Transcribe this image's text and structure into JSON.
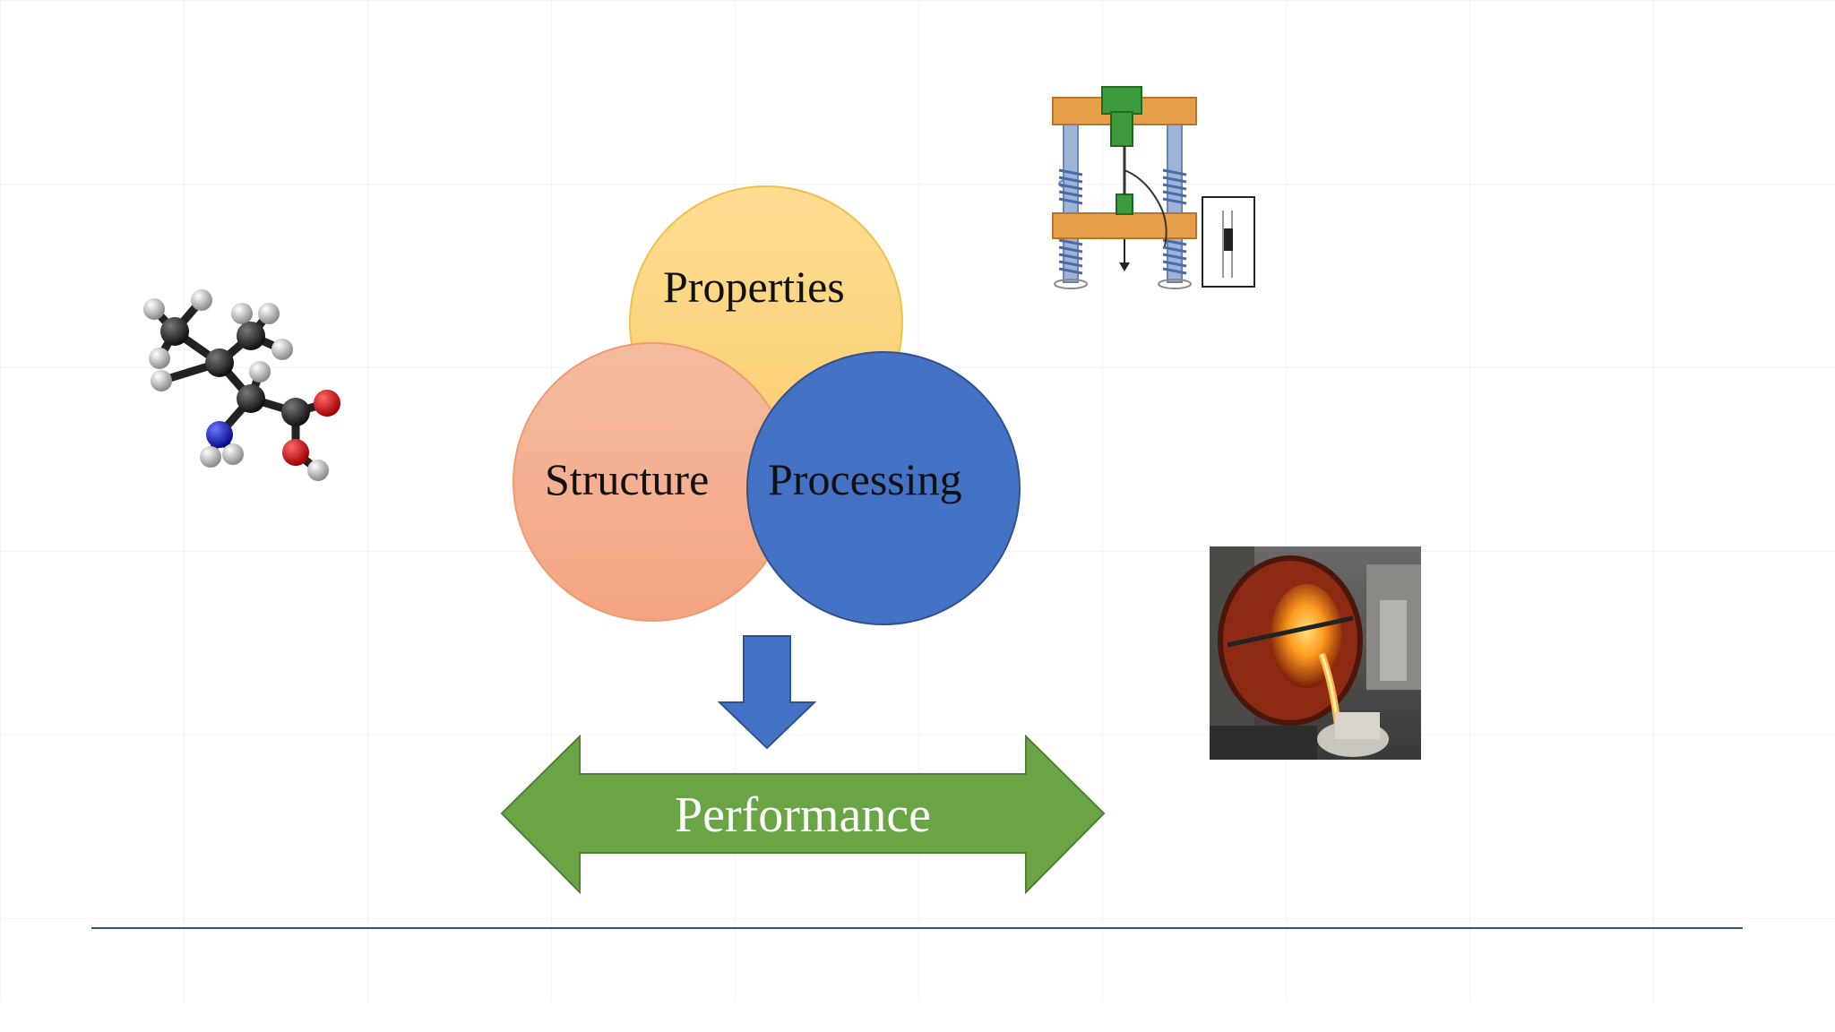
{
  "diagram": {
    "circles": {
      "properties": "Properties",
      "structure": "Structure",
      "processing": "Processing"
    },
    "result_label": "Performance"
  },
  "colors": {
    "properties_fill": "#fdd98a",
    "structure_fill": "#f4ad8e",
    "processing_fill": "#4472c4",
    "arrow_down": "#4472c4",
    "performance_arrow": "#6aa545",
    "footer_line": "#2f528f"
  },
  "images": [
    {
      "icon": "molecule-icon"
    },
    {
      "icon": "tensile-testing-machine-icon"
    },
    {
      "icon": "molten-metal-casting-photo"
    }
  ]
}
